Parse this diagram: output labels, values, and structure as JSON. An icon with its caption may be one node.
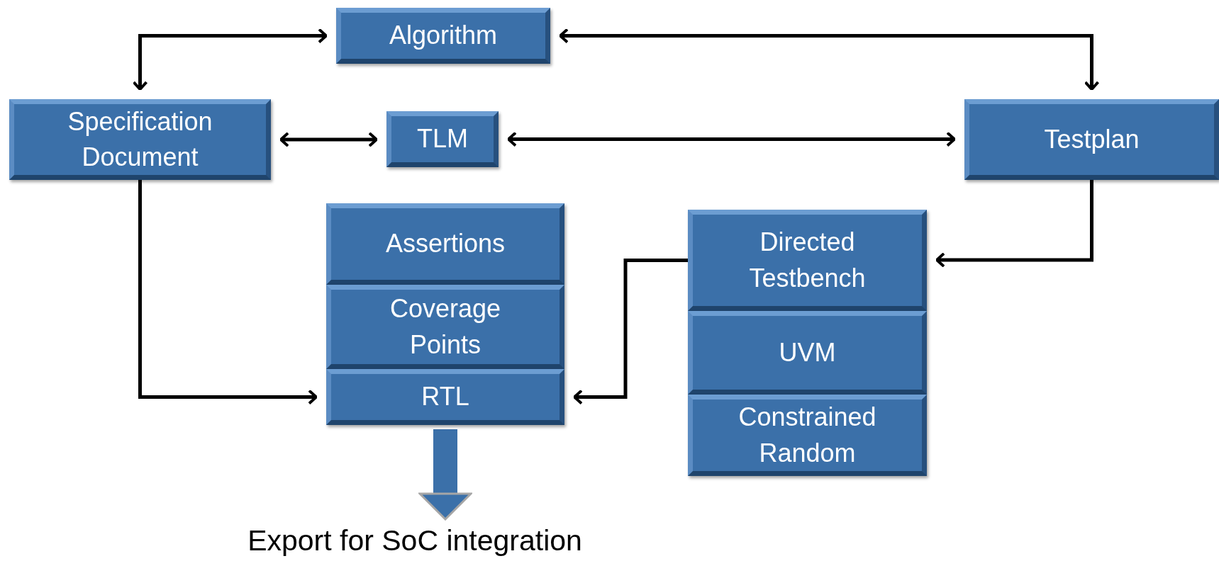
{
  "diagram": {
    "nodes": [
      {
        "text": [
          "Algorithm"
        ]
      },
      {
        "text": [
          "Specification Document"
        ]
      },
      {
        "text": [
          "TLM"
        ]
      },
      {
        "text": [
          "Testplan"
        ]
      },
      {
        "text": [
          "Assertions"
        ]
      },
      {
        "text": [
          "Coverage Points"
        ]
      },
      {
        "text": [
          "RTL"
        ]
      },
      {
        "text": [
          "Directed Testbench"
        ]
      },
      {
        "text": [
          "UVM"
        ]
      },
      {
        "text": [
          "Constrained Random"
        ]
      },
      {
        "text": [
          "Export for SoC integration"
        ]
      }
    ],
    "edges": [
      {
        "from": 0,
        "to": 1,
        "arrow": "both"
      },
      {
        "from": 0,
        "to": 3,
        "arrow": "both"
      },
      {
        "from": 1,
        "to": 2,
        "arrow": "both"
      },
      {
        "from": 2,
        "to": 3,
        "arrow": "both"
      },
      {
        "from": 1,
        "to": 6,
        "arrow": "to"
      },
      {
        "from": 3,
        "to": 7,
        "arrow": "to"
      },
      {
        "from": 7,
        "to": 6,
        "arrow": "to"
      },
      {
        "from": 6,
        "to": 10,
        "arrow": "to",
        "style": "thick",
        "color": "#3b70a9"
      }
    ]
  }
}
